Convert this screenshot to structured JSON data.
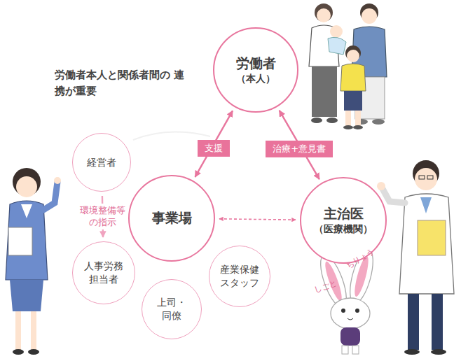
{
  "diagram": {
    "nodes": [
      {
        "text": [
          "労働者",
          "（本人）"
        ]
      },
      {
        "text": [
          "経営者"
        ]
      },
      {
        "text": [
          "事業場"
        ]
      },
      {
        "text": [
          "主治医",
          "（医療機関）"
        ]
      },
      {
        "text": [
          "人事労務 担当者"
        ]
      },
      {
        "text": [
          "産業保健 スタッフ"
        ]
      },
      {
        "text": [
          "上司・ 同僚"
        ]
      }
    ],
    "edges": [
      {
        "from": 2,
        "to": 0,
        "label": "支援",
        "arrow": "both"
      },
      {
        "from": 0,
        "to": 3,
        "label": "治療+意見書",
        "arrow": "both"
      },
      {
        "from": 2,
        "to": 3,
        "arrow": "both"
      },
      {
        "from": 1,
        "to": 4,
        "label": "環境整備等の指示",
        "arrow": "to"
      }
    ],
    "labels": [
      "労働者本人と関係者間の 連携が重要",
      "ちりょう",
      "しごと"
    ]
  }
}
